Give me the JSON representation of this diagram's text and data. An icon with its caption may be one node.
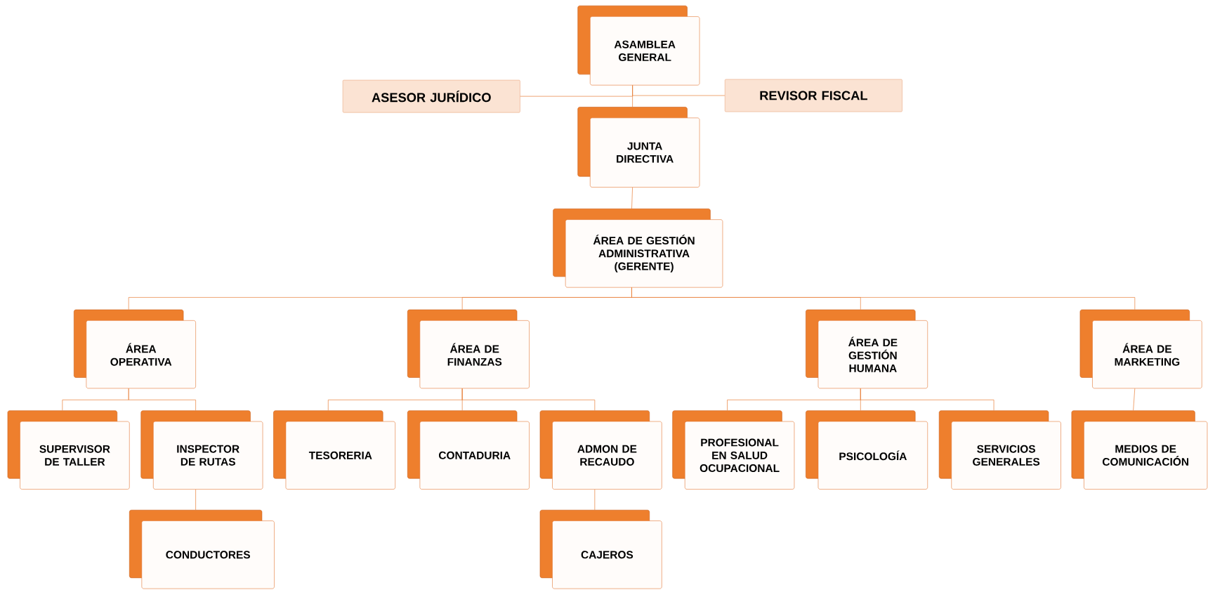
{
  "diagram": {
    "nodes": [
      {
        "text": [
          "ASAMBLEA GENERAL"
        ]
      },
      {
        "text": [
          "ASESOR JURÍDICO"
        ]
      },
      {
        "text": [
          "REVISOR FISCAL"
        ]
      },
      {
        "text": [
          "JUNTA DIRECTIVA"
        ]
      },
      {
        "text": [
          "ÁREA DE GESTIÓN ADMINISTRATIVA (GERENTE)"
        ]
      },
      {
        "text": [
          "ÁREA OPERATIVA"
        ]
      },
      {
        "text": [
          "ÁREA DE FINANZAS"
        ]
      },
      {
        "text": [
          "ÁREA DE GESTIÓN HUMANA"
        ]
      },
      {
        "text": [
          "ÁREA DE MARKETING"
        ]
      },
      {
        "text": [
          "SUPERVISOR DE TALLER"
        ]
      },
      {
        "text": [
          "INSPECTOR DE RUTAS"
        ]
      },
      {
        "text": [
          "CONDUCTORES"
        ]
      },
      {
        "text": [
          "TESORERIA"
        ]
      },
      {
        "text": [
          "CONTADURIA"
        ]
      },
      {
        "text": [
          "ADMON DE RECAUDO"
        ]
      },
      {
        "text": [
          "CAJEROS"
        ]
      },
      {
        "text": [
          "PROFESIONAL EN SALUD OCUPACIONAL"
        ]
      },
      {
        "text": [
          "PSICOLOGÍA"
        ]
      },
      {
        "text": [
          "SERVICIOS GENERALES"
        ]
      },
      {
        "text": [
          "MEDIOS DE COMUNICACIÓN"
        ]
      }
    ],
    "edges": [
      {
        "from": 0,
        "to": 1,
        "arrow": "none"
      },
      {
        "from": 0,
        "to": 2,
        "arrow": "none"
      },
      {
        "from": 0,
        "to": 3,
        "arrow": "none"
      },
      {
        "from": 3,
        "to": 4,
        "arrow": "none"
      },
      {
        "from": 4,
        "to": 5,
        "arrow": "none"
      },
      {
        "from": 4,
        "to": 6,
        "arrow": "none"
      },
      {
        "from": 4,
        "to": 7,
        "arrow": "none"
      },
      {
        "from": 4,
        "to": 8,
        "arrow": "none"
      },
      {
        "from": 5,
        "to": 9,
        "arrow": "none"
      },
      {
        "from": 5,
        "to": 10,
        "arrow": "none"
      },
      {
        "from": 10,
        "to": 11,
        "arrow": "none"
      },
      {
        "from": 6,
        "to": 12,
        "arrow": "none"
      },
      {
        "from": 6,
        "to": 13,
        "arrow": "none"
      },
      {
        "from": 6,
        "to": 14,
        "arrow": "none"
      },
      {
        "from": 14,
        "to": 15,
        "arrow": "none"
      },
      {
        "from": 7,
        "to": 16,
        "arrow": "none"
      },
      {
        "from": 7,
        "to": 17,
        "arrow": "none"
      },
      {
        "from": 7,
        "to": 18,
        "arrow": "none"
      },
      {
        "from": 8,
        "to": 19,
        "arrow": "none"
      }
    ]
  }
}
